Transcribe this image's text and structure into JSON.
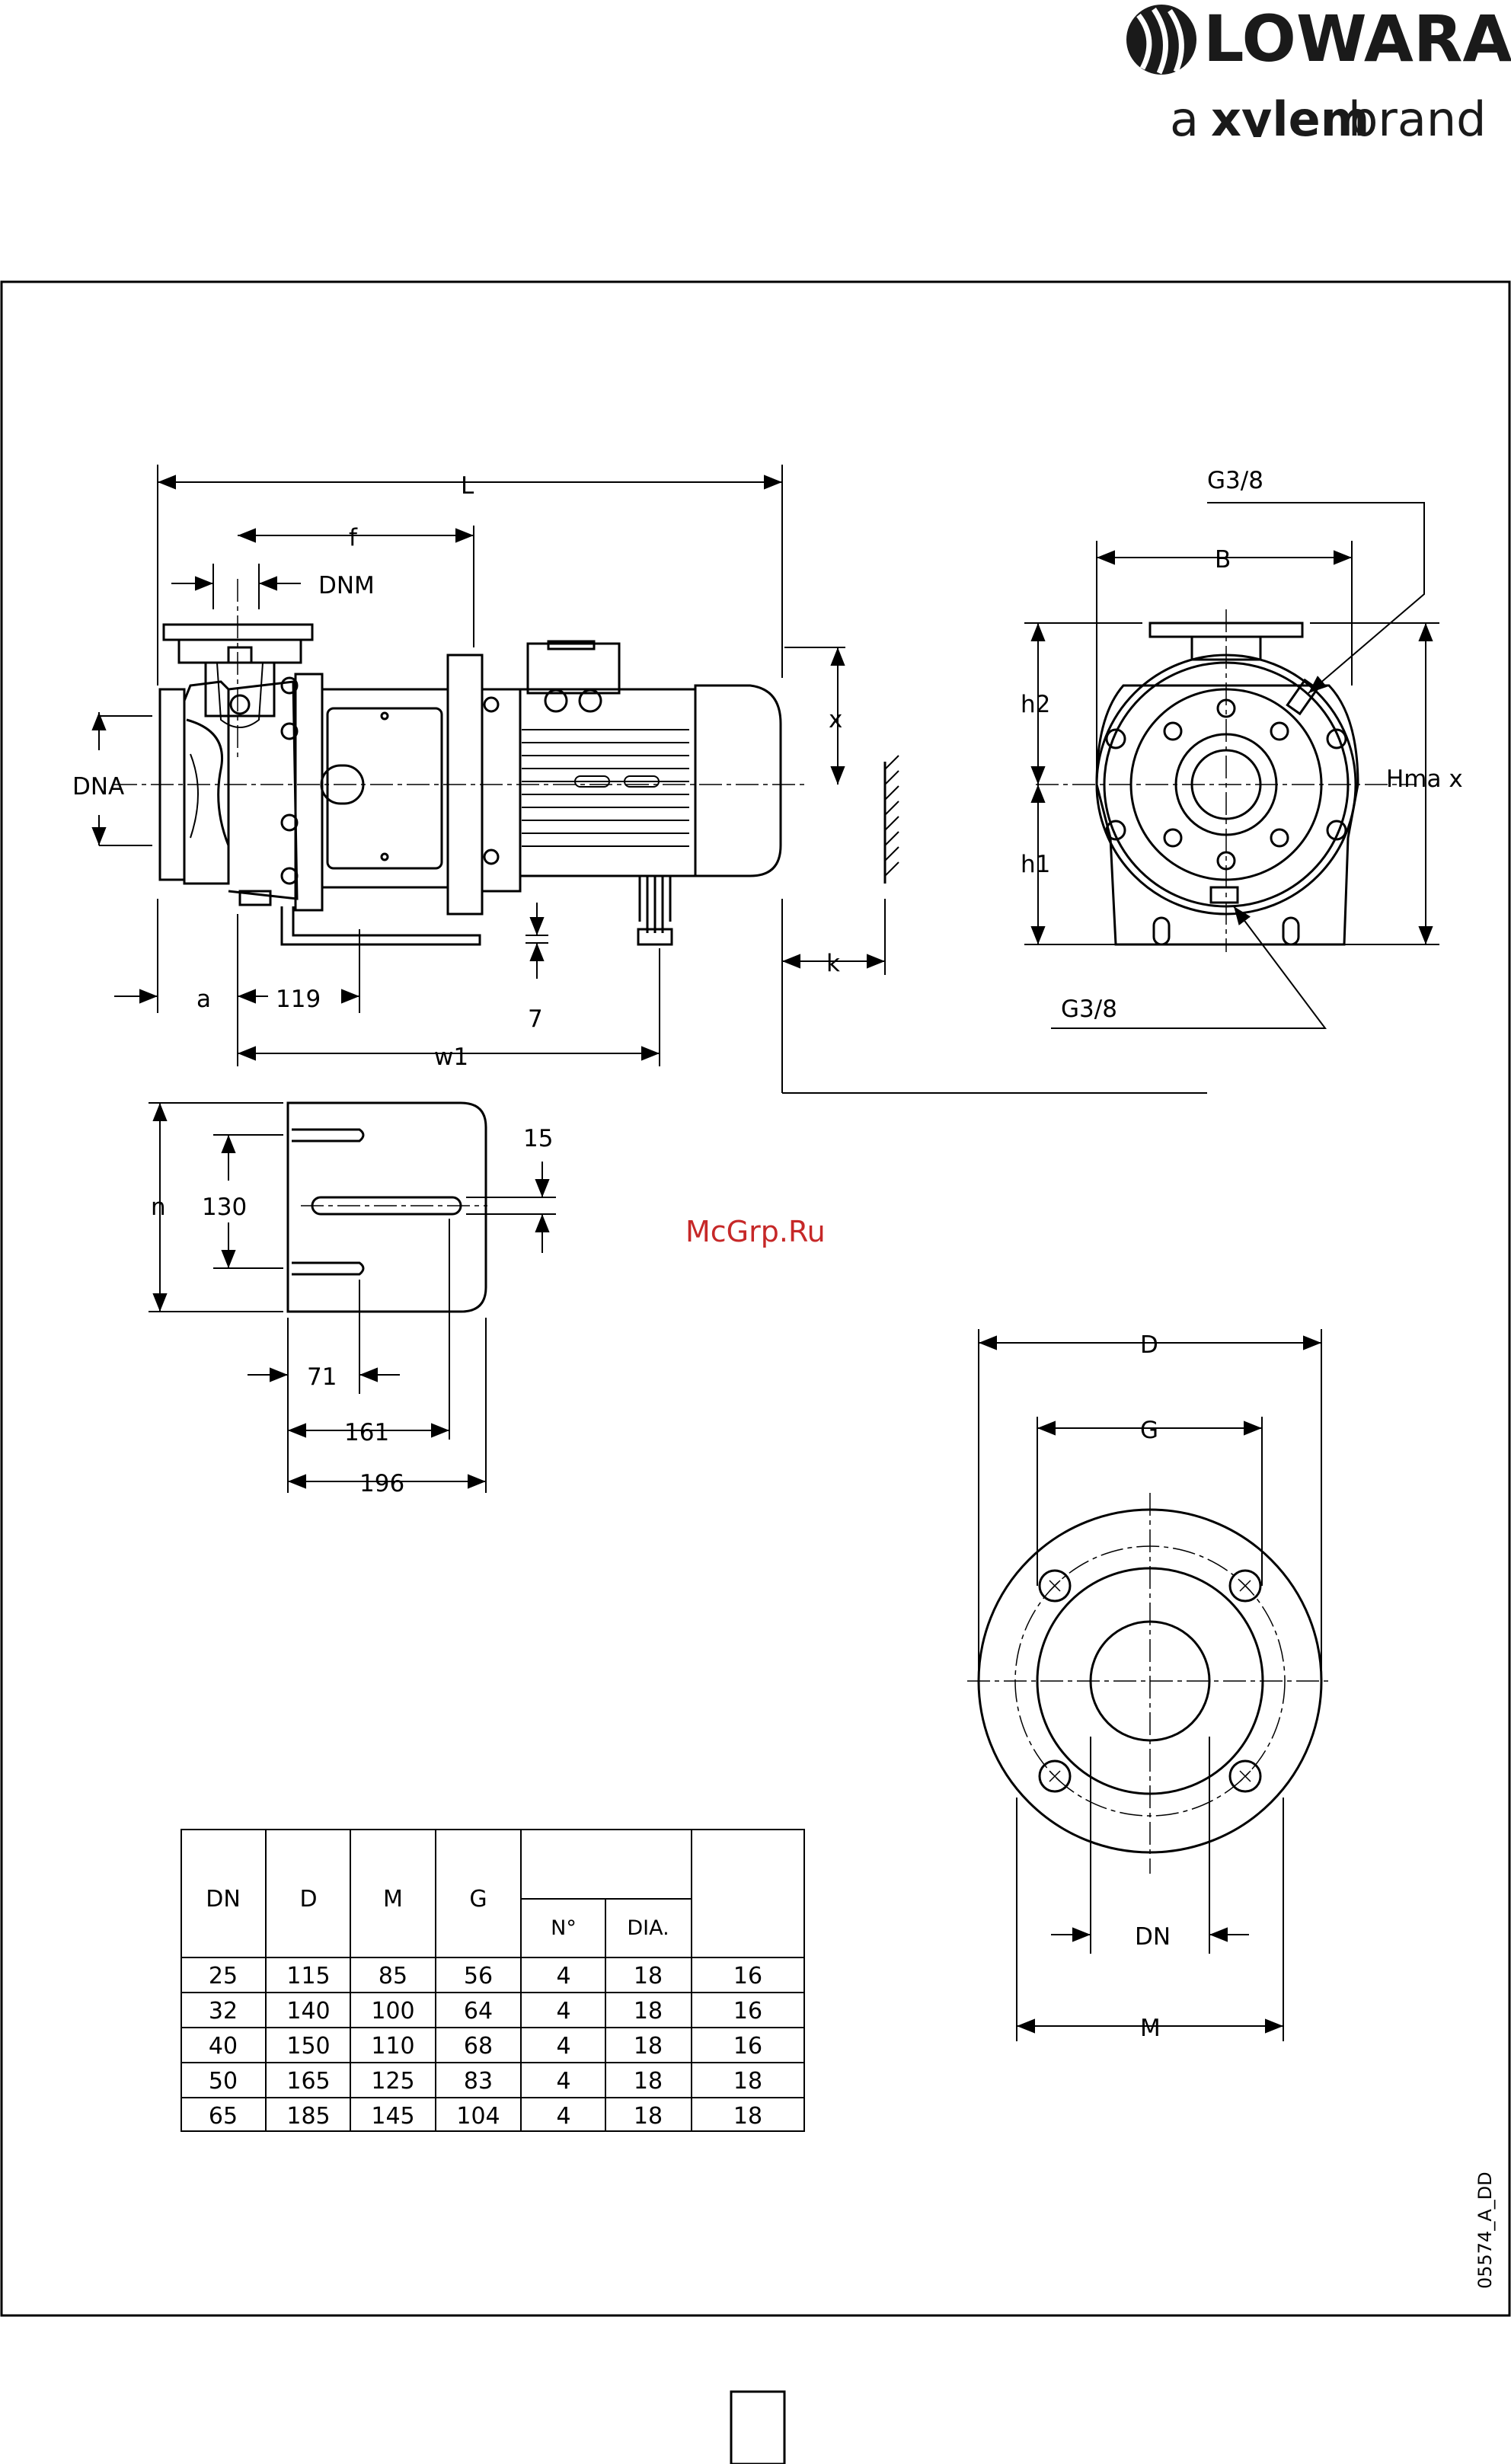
{
  "brand": {
    "name": "LOWARA",
    "tagline_prefix": "a",
    "tagline_name": "xylem",
    "tagline_suffix": "brand"
  },
  "watermark": "McGrp.Ru",
  "drawing_code": "05574_A_DD",
  "dimensions": {
    "L": "L",
    "f": "f",
    "DNM": "DNM",
    "DNA": "DNA",
    "x": "x",
    "a": "a",
    "d119": "119",
    "d7": "7",
    "w1": "w1",
    "k": "k",
    "G38_top": "G3/8",
    "B": "B",
    "h2": "h2",
    "h1": "h1",
    "Hmax": "Hma x",
    "G38_bottom": "G3/8",
    "n": "n",
    "d130": "130",
    "d15": "15",
    "d71": "71",
    "d161": "161",
    "d196": "196",
    "D": "D",
    "G": "G",
    "DN": "DN",
    "M": "M"
  },
  "table": {
    "headers": [
      "DN",
      "D",
      "M",
      "G"
    ],
    "holes_sub": [
      "N°",
      "DIA."
    ],
    "rows": [
      [
        "25",
        "115",
        "85",
        "56",
        "4",
        "18",
        "16"
      ],
      [
        "32",
        "140",
        "100",
        "64",
        "4",
        "18",
        "16"
      ],
      [
        "40",
        "150",
        "110",
        "68",
        "4",
        "18",
        "16"
      ],
      [
        "50",
        "165",
        "125",
        "83",
        "4",
        "18",
        "18"
      ],
      [
        "65",
        "185",
        "145",
        "104",
        "4",
        "18",
        "18"
      ]
    ]
  }
}
